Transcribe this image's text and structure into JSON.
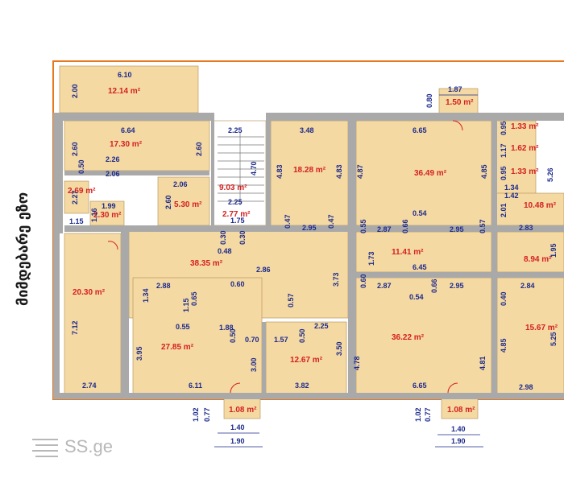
{
  "side_label": "მიმდებარე ეზო",
  "watermark": "SS.ge",
  "areas": [
    "12.14 m²",
    "17.30 m²",
    "2.69 m²",
    "2.30 m²",
    "5.30 m²",
    "9.03 m²",
    "2.77 m²",
    "18.28 m²",
    "36.49 m²",
    "1.33 m²",
    "1.62 m²",
    "1.33 m²",
    "10.48 m²",
    "20.30 m²",
    "38.35 m²",
    "27.85 m²",
    "12.67 m²",
    "11.41 m²",
    "8.94 m²",
    "36.22 m²",
    "15.67 m²",
    "1.50 m²",
    "1.08 m²",
    "1.08 m²"
  ],
  "dims": [
    "6.10",
    "2.00",
    "6.64",
    "2.60",
    "2.60",
    "2.26",
    "0.50",
    "2.06",
    "2.27",
    "1.99",
    "1.15",
    "1.16",
    "2.06",
    "2.60",
    "2.25",
    "4.70",
    "2.25",
    "1.75",
    "3.48",
    "4.83",
    "4.83",
    "0.47",
    "2.95",
    "0.47",
    "6.65",
    "4.87",
    "4.85",
    "0.54",
    "0.55",
    "2.87",
    "0.66",
    "2.95",
    "0.57",
    "1.87",
    "0.80",
    "0.95",
    "1.17",
    "0.95",
    "1.34",
    "1.42",
    "2.01",
    "2.83",
    "5.26",
    "1.95",
    "0.48",
    "0.30",
    "0.30",
    "1.73",
    "6.45",
    "2.86",
    "3.73",
    "2.88",
    "0.60",
    "1.34",
    "0.65",
    "1.15",
    "0.57",
    "0.60",
    "2.87",
    "0.66",
    "2.95",
    "0.54",
    "2.84",
    "0.40",
    "0.55",
    "1.88",
    "2.25",
    "0.50",
    "0.70",
    "1.57",
    "0.50",
    "7.12",
    "3.95",
    "3.00",
    "3.50",
    "4.78",
    "4.81",
    "4.85",
    "5.25",
    "2.74",
    "6.11",
    "3.82",
    "6.65",
    "2.98",
    "1.02",
    "0.77",
    "1.40",
    "1.90",
    "1.02",
    "0.77",
    "1.40",
    "1.90"
  ]
}
